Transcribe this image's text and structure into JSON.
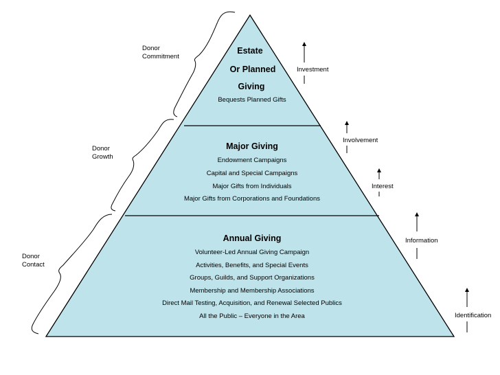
{
  "colors": {
    "pyramid_fill": "#bfe3ea",
    "outline": "#000000",
    "background": "#ffffff"
  },
  "pyramid": {
    "tiers": [
      {
        "id": "estate",
        "title_lines": [
          "Estate",
          "Or Planned",
          "Giving"
        ],
        "items": [
          "Bequests Planned Gifts"
        ]
      },
      {
        "id": "major",
        "title_lines": [
          "Major Giving"
        ],
        "items": [
          "Endowment Campaigns",
          "Capital and Special Campaigns",
          "Major Gifts from Individuals",
          "Major Gifts from Corporations and Foundations"
        ]
      },
      {
        "id": "annual",
        "title_lines": [
          "Annual Giving"
        ],
        "items": [
          "Volunteer-Led Annual Giving Campaign",
          "Activities, Benefits, and Special Events",
          "Groups, Guilds, and Support Organizations",
          "Membership and Membership Associations",
          "Direct Mail Testing, Acquisition, and Renewal Selected Publics",
          "All the Public – Everyone in the Area"
        ]
      }
    ]
  },
  "donor_brackets": [
    {
      "id": "commitment",
      "lines": [
        "Donor",
        "Commitment"
      ]
    },
    {
      "id": "growth",
      "lines": [
        "Donor",
        "Growth"
      ]
    },
    {
      "id": "contact",
      "lines": [
        "Donor",
        "Contact"
      ]
    }
  ],
  "stages": [
    {
      "id": "investment",
      "label": "Investment"
    },
    {
      "id": "involvement",
      "label": "Involvement"
    },
    {
      "id": "interest",
      "label": "Interest"
    },
    {
      "id": "information",
      "label": "Information"
    },
    {
      "id": "identification",
      "label": "Identification"
    }
  ]
}
